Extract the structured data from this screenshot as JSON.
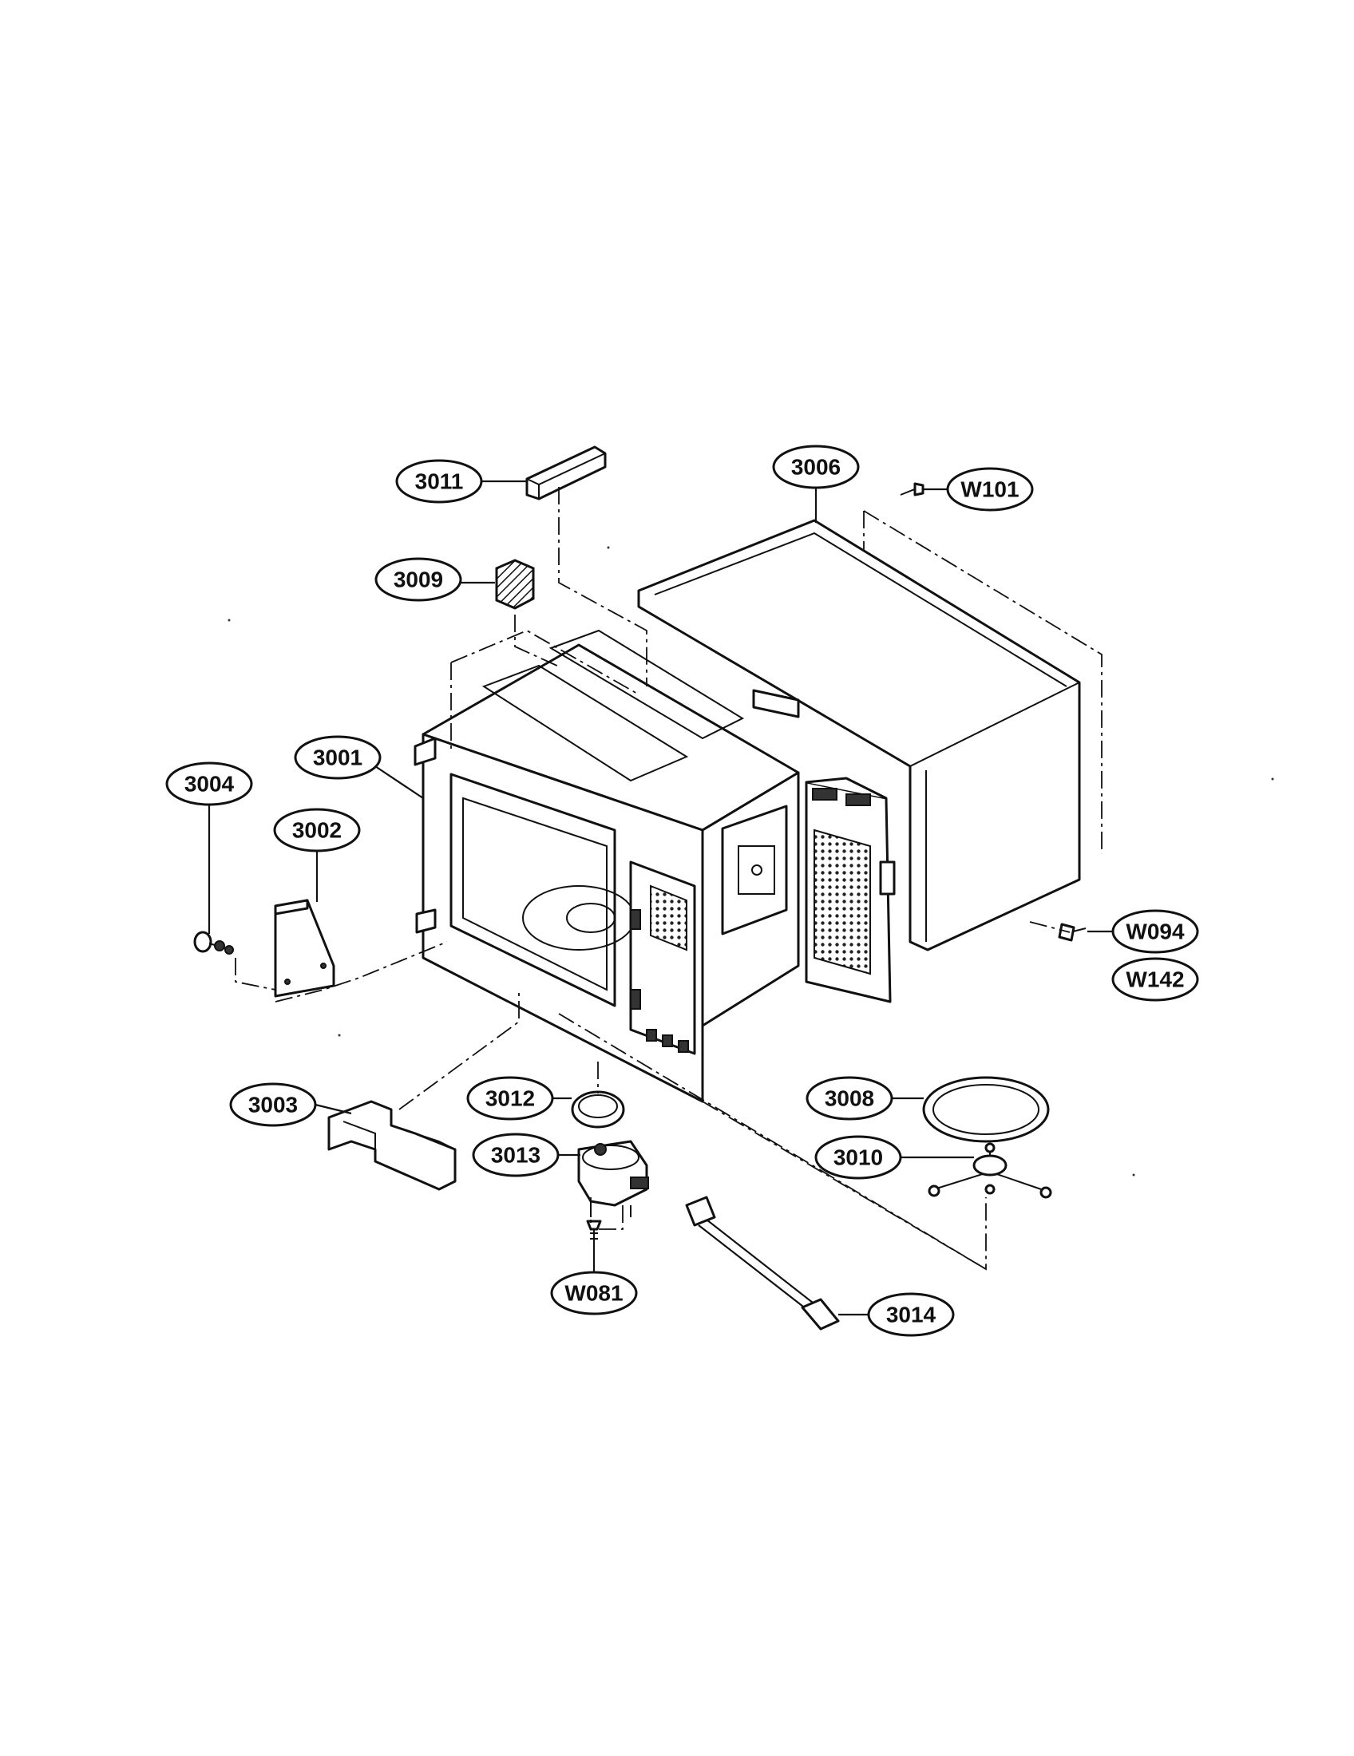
{
  "callouts": [
    {
      "id": "3011",
      "label": "3011"
    },
    {
      "id": "3006",
      "label": "3006"
    },
    {
      "id": "W101",
      "label": "W101"
    },
    {
      "id": "3009",
      "label": "3009"
    },
    {
      "id": "3001",
      "label": "3001"
    },
    {
      "id": "3004",
      "label": "3004"
    },
    {
      "id": "3002",
      "label": "3002"
    },
    {
      "id": "W094",
      "label": "W094"
    },
    {
      "id": "W142",
      "label": "W142"
    },
    {
      "id": "3003",
      "label": "3003"
    },
    {
      "id": "3012",
      "label": "3012"
    },
    {
      "id": "3013",
      "label": "3013"
    },
    {
      "id": "3008",
      "label": "3008"
    },
    {
      "id": "3010",
      "label": "3010"
    },
    {
      "id": "W081",
      "label": "W081"
    },
    {
      "id": "3014",
      "label": "3014"
    }
  ]
}
